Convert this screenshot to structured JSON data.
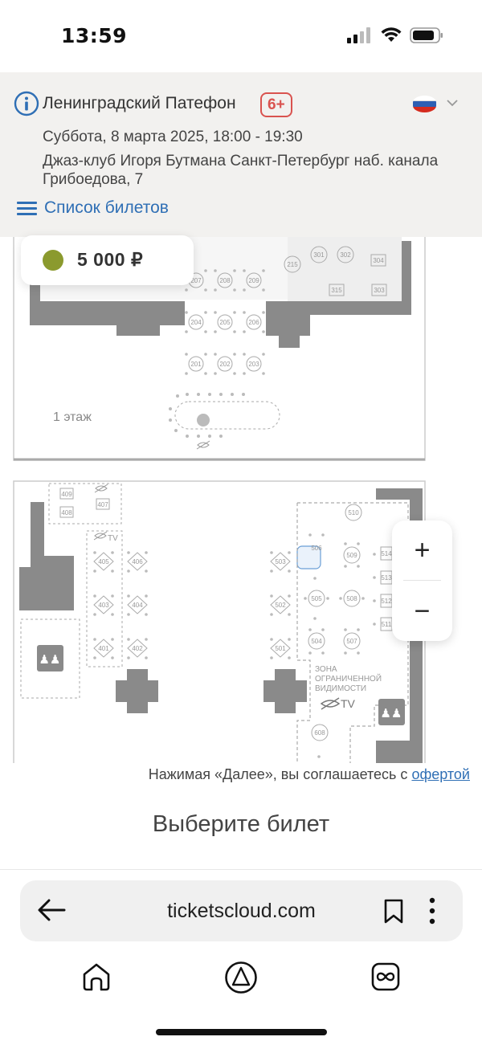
{
  "status": {
    "time": "13:59"
  },
  "event": {
    "title": "Ленинградский Патефон",
    "age_rating": "6+",
    "date": "Суббота, 8 марта 2025, 18:00 - 19:30",
    "venue": "Джаз-клуб Игоря Бутмана Санкт-Петербург наб. канала Грибоедова, 7",
    "language_flag": "russia-flag-icon"
  },
  "nav": {
    "ticket_list_label": "Список билетов"
  },
  "price": {
    "value": "5 000 ₽",
    "color": "#8b9a2e"
  },
  "map": {
    "floor_label": "1 этаж",
    "limited_zone_label_1": "ЗОНА",
    "limited_zone_label_2": "ОГРАНИЧЕННОЙ",
    "limited_zone_label_3": "ВИДИМОСТИ",
    "tv_label": "TV",
    "tables_top": [
      "201",
      "202",
      "203",
      "204",
      "205",
      "206",
      "207",
      "208",
      "209",
      "215",
      "301",
      "302",
      "303",
      "304",
      "315"
    ],
    "tables_bottom": [
      "401",
      "402",
      "403",
      "404",
      "405",
      "406",
      "407",
      "408",
      "409",
      "501",
      "502",
      "503",
      "504",
      "505",
      "506",
      "507",
      "508",
      "509",
      "510",
      "511",
      "512",
      "513",
      "514",
      "608"
    ]
  },
  "zoom": {
    "in": "+",
    "out": "−"
  },
  "consent": {
    "text": "Нажимая «Далее», вы соглашаетесь с ",
    "link": "офертой"
  },
  "cta": {
    "label": "Выберите билет"
  },
  "browser": {
    "url": "ticketscloud.com"
  }
}
